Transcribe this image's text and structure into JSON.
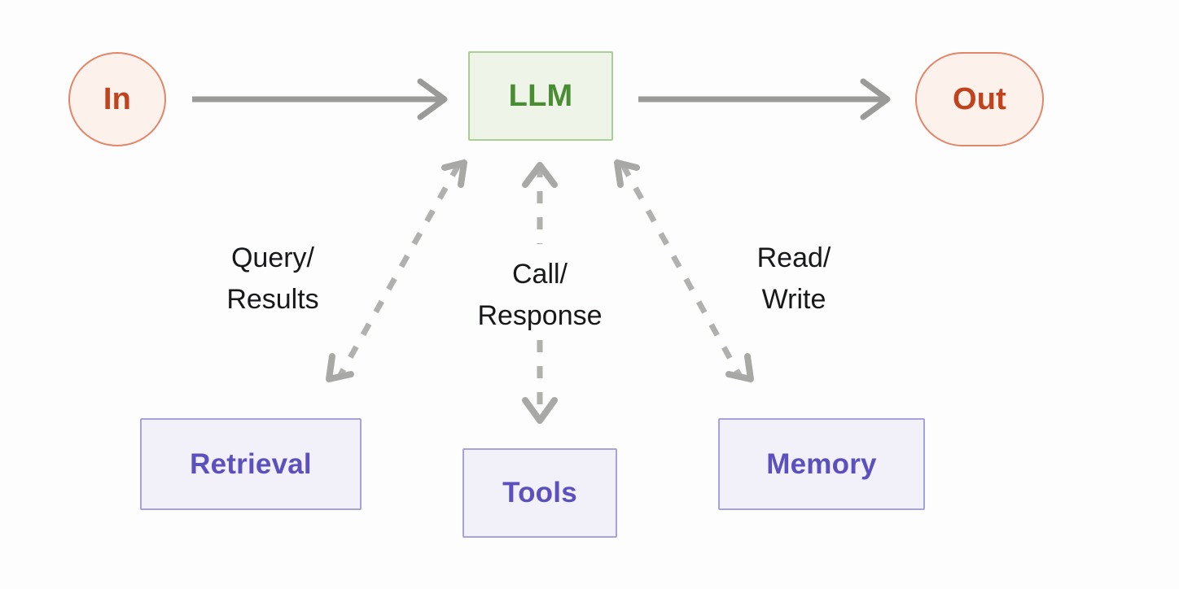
{
  "diagram": {
    "title": "LLM agent capability diagram",
    "background_color": "#fdfdfd",
    "nodes": [
      {
        "id": "in",
        "label": "In",
        "shape": "circle",
        "fill": "#fdf1ec",
        "stroke": "#e2866a",
        "text_color": "#c0431d"
      },
      {
        "id": "llm",
        "label": "LLM",
        "shape": "rectangle",
        "fill": "#eef5e8",
        "stroke": "#a9cf97",
        "text_color": "#4a8c33"
      },
      {
        "id": "out",
        "label": "Out",
        "shape": "rounded-rectangle",
        "fill": "#fdf1ec",
        "stroke": "#e2866a",
        "text_color": "#c0431d"
      },
      {
        "id": "retrieval",
        "label": "Retrieval",
        "shape": "rectangle",
        "fill": "#f2f1fa",
        "stroke": "#a8a2dc",
        "text_color": "#5b50bd"
      },
      {
        "id": "tools",
        "label": "Tools",
        "shape": "rectangle",
        "fill": "#f2f1fa",
        "stroke": "#a8a2dc",
        "text_color": "#5b50bd"
      },
      {
        "id": "memory",
        "label": "Memory",
        "shape": "rectangle",
        "fill": "#f2f1fa",
        "stroke": "#a8a2dc",
        "text_color": "#5b50bd"
      }
    ],
    "edges": [
      {
        "id": "in-llm",
        "from": "in",
        "to": "llm",
        "style": "solid",
        "arrows": "forward",
        "label": "",
        "color": "#9a9a98"
      },
      {
        "id": "llm-out",
        "from": "llm",
        "to": "out",
        "style": "solid",
        "arrows": "forward",
        "label": "",
        "color": "#9a9a98"
      },
      {
        "id": "llm-retrieval",
        "from": "llm",
        "to": "retrieval",
        "style": "dashed",
        "arrows": "bidirectional",
        "label": "Query/\nResults",
        "color": "#b0b0ae"
      },
      {
        "id": "llm-tools",
        "from": "llm",
        "to": "tools",
        "style": "dashed",
        "arrows": "bidirectional",
        "label": "Call/\nResponse",
        "color": "#b0b0ae"
      },
      {
        "id": "llm-memory",
        "from": "llm",
        "to": "memory",
        "style": "dashed",
        "arrows": "bidirectional",
        "label": "Read/\nWrite",
        "color": "#b0b0ae"
      }
    ],
    "labels": {
      "query_results": "Query/\nResults",
      "call_response": "Call/\nResponse",
      "read_write": "Read/\nWrite"
    }
  }
}
